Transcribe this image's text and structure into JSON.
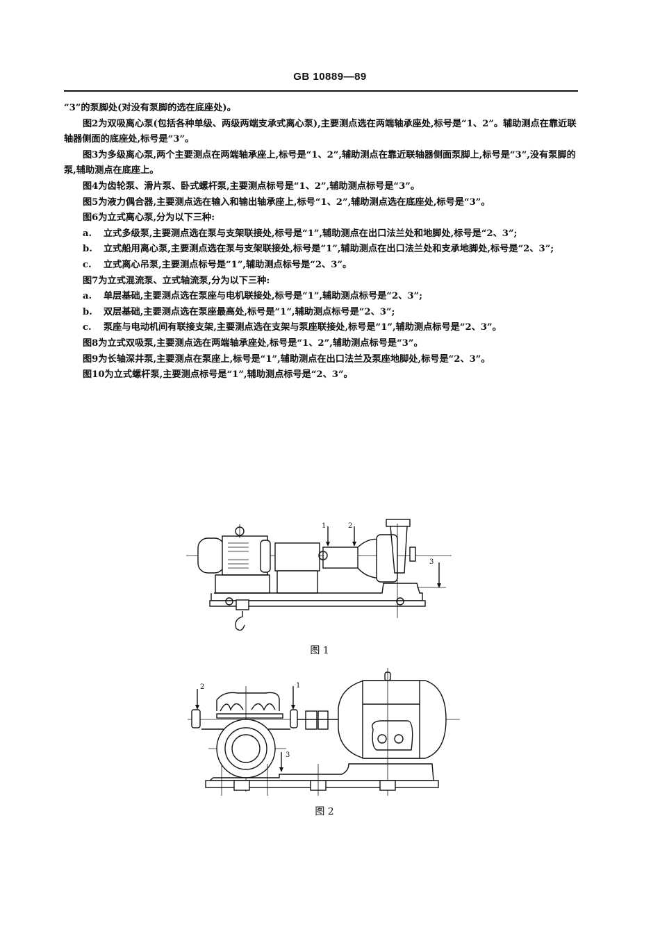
{
  "header": {
    "standard_code": "GB 10889—89"
  },
  "paragraphs": [
    {
      "indent": false,
      "label": "",
      "text": "“3”的泵脚处(对没有泵脚的选在底座处)。"
    },
    {
      "indent": true,
      "label": "",
      "text": "图2为双吸离心泵(包括各种单级、两级两端支承式离心泵),主要测点选在两端轴承座处,标号是“1、2”。辅助测点在靠近联轴器侧面的底座处,标号是“3”。"
    },
    {
      "indent": true,
      "label": "",
      "text": "图3为多级离心泵,两个主要测点在两端轴承座上,标号是“1、2”,辅助测点在靠近联轴器侧面泵脚上,标号是“3”,没有泵脚的泵,辅助测点在底座上。"
    },
    {
      "indent": true,
      "label": "",
      "text": "图4为齿轮泵、滑片泵、卧式螺杆泵,主要测点标号是“1、2”,辅助测点标号是“3”。"
    },
    {
      "indent": true,
      "label": "",
      "text": "图5为液力偶合器,主要测点选在输入和输出轴承座上,标号“1、2”,辅助测点选在底座处,标号是“3”。"
    },
    {
      "indent": true,
      "label": "",
      "text": "图6为立式离心泵,分为以下三种:"
    },
    {
      "indent": true,
      "label": "a.",
      "text": "立式多级泵,主要测点选在泵与支架联接处,标号是“1”,辅助测点在出口法兰处和地脚处,标号是“2、3”;"
    },
    {
      "indent": true,
      "label": "b.",
      "text": "立式船用离心泵,主要测点选在泵与支架联接处,标号是“1”,辅助测点在出口法兰处和支承地脚处,标号是“2、3”;"
    },
    {
      "indent": true,
      "label": "c.",
      "text": "立式离心吊泵,主要测点标号是“1”,辅助测点标号是“2、3”。"
    },
    {
      "indent": true,
      "label": "",
      "text": "图7为立式混流泵、立式轴流泵,分为以下三种:"
    },
    {
      "indent": true,
      "label": "a.",
      "text": "单层基础,主要测点选在泵座与电机联接处,标号是“1”,辅助测点标号是“2、3”;"
    },
    {
      "indent": true,
      "label": "b.",
      "text": "双层基础,主要测点选在泵座最高处,标号是“1”,辅助测点标号是“2、3”;"
    },
    {
      "indent": true,
      "label": "c.",
      "text": "泵座与电动机间有联接支架,主要测点选在支架与泵座联接处,标号是“1”,辅助测点标号是“2、3”。"
    },
    {
      "indent": true,
      "label": "",
      "text": "图8为立式双吸泵,主要测点选在两端轴承座处,标号是“1、2”,辅助测点标号是“3”。"
    },
    {
      "indent": true,
      "label": "",
      "text": "图9为长轴深井泵,主要测点在泵座上,标号是“1”,辅助测点在出口法兰及泵座地脚处,标号是“2、3”。"
    },
    {
      "indent": true,
      "label": "",
      "text": "图10为立式螺杆泵,主要测点标号是“1”,辅助测点标号是“2、3”。"
    }
  ],
  "figures": [
    {
      "caption": "图 1",
      "labels": {
        "p1": "1",
        "p2": "2",
        "p3": "3"
      }
    },
    {
      "caption": "图 2",
      "labels": {
        "p1": "1",
        "p2": "2",
        "p3": "3"
      }
    }
  ]
}
